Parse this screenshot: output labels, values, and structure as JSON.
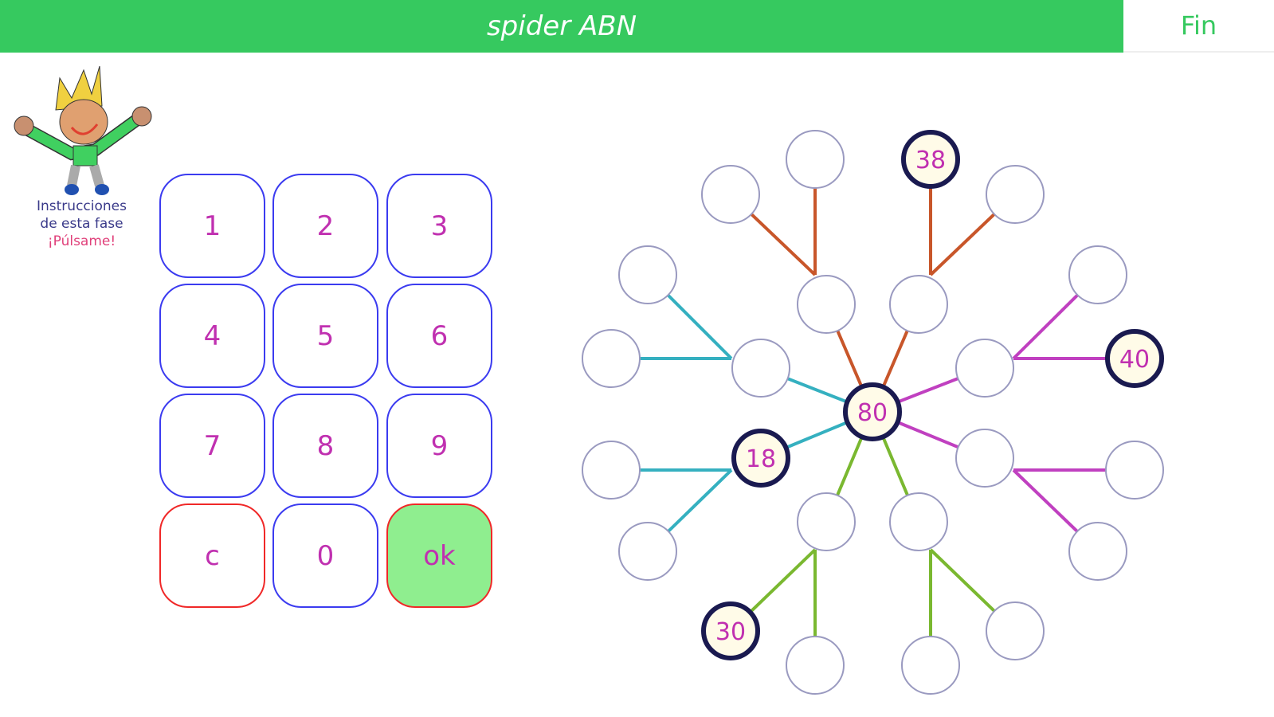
{
  "header": {
    "title": "spider ABN",
    "fin_label": "Fin"
  },
  "instructions": {
    "line1": "Instrucciones",
    "line2": "de esta fase",
    "action": "¡Púlsame!"
  },
  "keypad": [
    "1",
    "2",
    "3",
    "4",
    "5",
    "6",
    "7",
    "8",
    "9",
    "c",
    "0",
    "ok"
  ],
  "spider": {
    "center": "80",
    "colors": {
      "orange": "#c8562a",
      "teal": "#35b0c0",
      "magenta": "#c040c0",
      "green": "#7ab830",
      "ring": "#1a1a50",
      "empty": "#9a9ac0"
    },
    "branches": [
      {
        "color": "orange",
        "mid": [
          "",
          ""
        ],
        "leaves": [
          [
            "",
            ""
          ],
          [
            "38",
            ""
          ]
        ]
      },
      {
        "color": "teal",
        "mid": [
          "",
          "18"
        ],
        "leaves": [
          [
            "",
            ""
          ],
          [
            "",
            ""
          ]
        ]
      },
      {
        "color": "magenta",
        "mid": [
          "",
          ""
        ],
        "leaves": [
          [
            "",
            "40"
          ],
          [
            "",
            ""
          ]
        ]
      },
      {
        "color": "green",
        "mid": [
          "",
          ""
        ],
        "leaves": [
          [
            "30",
            ""
          ],
          [
            "",
            ""
          ]
        ]
      }
    ]
  }
}
